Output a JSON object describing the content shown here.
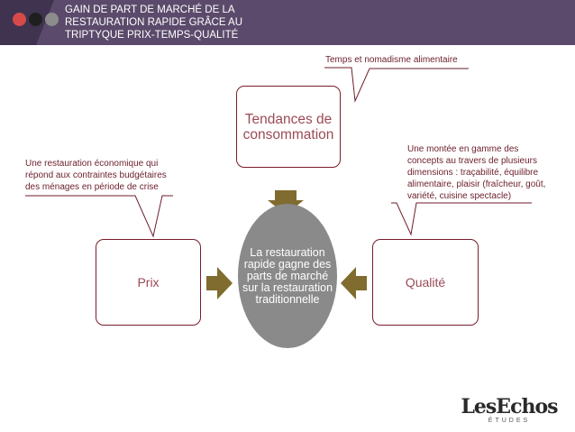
{
  "header": {
    "title": "GAIN DE PART DE MARCHÉ DE LA RESTAURATION RAPIDE GRÂCE AU TRIPTYQUE PRIX-TEMPS-QUALITÉ",
    "dots": [
      "#d64a4a",
      "#1f1f1f",
      "#8c8c8c"
    ],
    "background": "#5b4a6b"
  },
  "boxes": {
    "top": "Tendances de consommation",
    "left": "Prix",
    "right": "Qualité"
  },
  "center": "La restauration rapide gagne des parts de marché sur la restauration traditionnelle",
  "callouts": {
    "top": "Temps et nomadisme alimentaire",
    "left": "Une restauration économique qui répond aux contraintes budgétaires des ménages en période de crise",
    "right": "Une montée en gamme des concepts au travers de plusieurs dimensions : traçabilité, équilibre alimentaire, plaisir (fraîcheur, goût, variété, cuisine spectacle)"
  },
  "logo": {
    "main": "LesEchos",
    "sub": "ÉTUDES"
  },
  "colors": {
    "arrow": "#7f6c2e",
    "circle": "#8a8a8a",
    "border": "#7a1c2a",
    "box_text": "#9a4a55",
    "callout_text": "#6b1e2b"
  }
}
